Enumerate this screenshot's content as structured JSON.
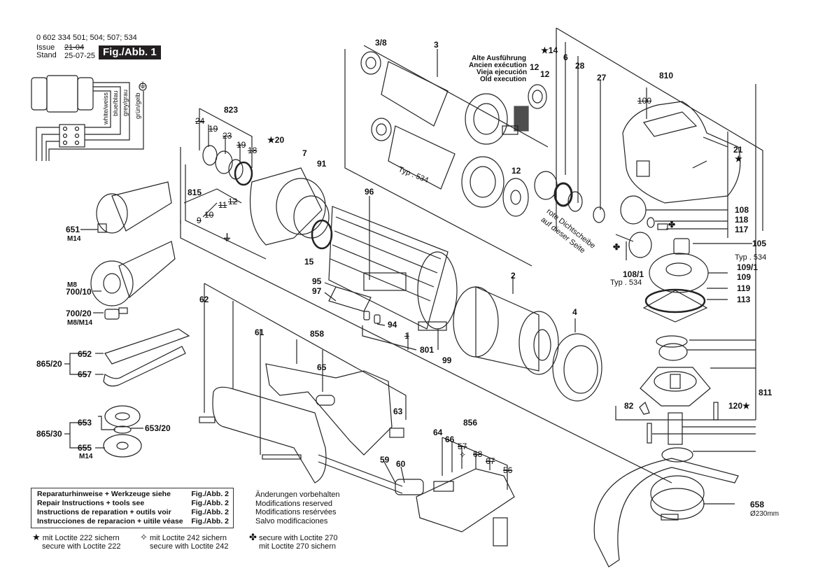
{
  "header": {
    "part_numbers": "0 602 334 501; 504; 507; 534",
    "issue_label": "Issue",
    "stand_label": "Stand",
    "old_date": "21-04",
    "date": "25-07-25",
    "figure": "Fig./Abb. 1"
  },
  "wiring": {
    "wires": [
      "white/weiss",
      "blue/blau",
      "grey/grau",
      "grün/gelb"
    ],
    "ground_symbol": "⏚"
  },
  "old_execution": [
    "Alte Ausführung",
    "Ancien exécution",
    "Vieja ejecución",
    "Old execution"
  ],
  "seal_note": [
    "rote Dichtscheibe",
    "auf dieser Seite"
  ],
  "type_notes": {
    "typ534": "Typ . 534"
  },
  "parts": {
    "p3_8": "3/8",
    "p3": "3",
    "p14": "14",
    "p6": "6",
    "p28": "28",
    "p12a": "12",
    "p12b": "12",
    "p27": "27",
    "p810": "810",
    "p100": "100",
    "p21": "21",
    "p823": "823",
    "p24": "24",
    "p19a": "19",
    "p23": "23",
    "p19b": "19",
    "p18": "18",
    "p20": "20",
    "p7": "7",
    "p91": "91",
    "p815": "815",
    "p11": "11",
    "p12c": "12",
    "p10": "10",
    "p9": "9",
    "p12d": "12",
    "p96": "96",
    "p15": "15",
    "p108": "108",
    "p118": "118",
    "p117": "117",
    "p105": "105",
    "p108_1": "108/1",
    "p109_1": "109/1",
    "p109": "109",
    "p119": "119",
    "p113": "113",
    "p95": "95",
    "p97": "97",
    "p94": "94",
    "p1": "1",
    "p801": "801",
    "p99": "99",
    "p2": "2",
    "p4": "4",
    "p62": "62",
    "p61": "61",
    "p858": "858",
    "p65": "65",
    "p63": "63",
    "p856": "856",
    "p64": "64",
    "p66": "66",
    "p57": "57",
    "p68": "68",
    "p67": "67",
    "p56": "56",
    "p59": "59",
    "p60": "60",
    "p811": "811",
    "p82": "82",
    "p120": "120",
    "p658": "658",
    "p658_size": "Ø230mm"
  },
  "accessories": {
    "p651": "651",
    "p651_size": "M14",
    "p700_10_size": "M8",
    "p700_10": "700/10",
    "p700_20": "700/20",
    "p700_20_size": "M8/M14",
    "p865_20": "865/20",
    "p652": "652",
    "p657": "657",
    "p865_30": "865/30",
    "p653": "653",
    "p653_20": "653/20",
    "p655": "655",
    "p655_size": "M14"
  },
  "repair_notes": [
    {
      "text": "Reparaturhinweise + Werkzeuge siehe",
      "ref": "Fig./Abb. 2"
    },
    {
      "text": "Repair Instructions + tools see",
      "ref": "Fig./Abb. 2"
    },
    {
      "text": "Instructions de reparation + outils voir",
      "ref": "Fig./Abb. 2"
    },
    {
      "text": "Instrucciones de reparacion + uitile véase",
      "ref": "Fig./Abb. 2"
    }
  ],
  "modifications": [
    "Änderungen vorbehalten",
    "Modifications reserved",
    "Modifications resérvées",
    "Salvo modificaciones"
  ],
  "legend": [
    {
      "symbol": "★",
      "line1": "mit Loctite 222 sichern",
      "line2": "secure with Loctite 222"
    },
    {
      "symbol": "✧",
      "line1": "mit Loctite 242 sichern",
      "line2": "secure with Loctite 242"
    },
    {
      "symbol": "✤",
      "line1": "secure with Loctite 270",
      "line2": "mit Loctite 270 sichern"
    }
  ],
  "symbols": {
    "star": "★",
    "diamond": "✧",
    "clover": "✤"
  }
}
